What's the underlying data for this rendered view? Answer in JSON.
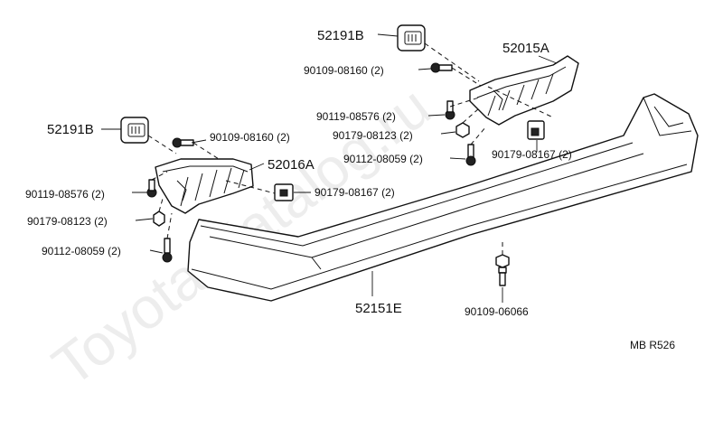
{
  "watermark": "Toyota-Katalog.ru",
  "labels": {
    "p52191B_top": "52191B",
    "p52191B_left": "52191B",
    "p52015A": "52015A",
    "p52016A": "52016A",
    "p52151E": "52151E",
    "p90109_08160_top": "90109-08160 (2)",
    "p90109_08160_left": "90109-08160 (2)",
    "p90119_08576_top": "90119-08576 (2)",
    "p90119_08576_left": "90119-08576 (2)",
    "p90179_08123_top": "90179-08123 (2)",
    "p90179_08123_left": "90179-08123 (2)",
    "p90112_08059_top": "90112-08059 (2)",
    "p90112_08059_left": "90112-08059 (2)",
    "p90179_08167_right": "90179-08167 (2)",
    "p90179_08167_mid": "90179-08167 (2)",
    "p90109_06066": "90109-06066",
    "code": "MB  R526"
  }
}
